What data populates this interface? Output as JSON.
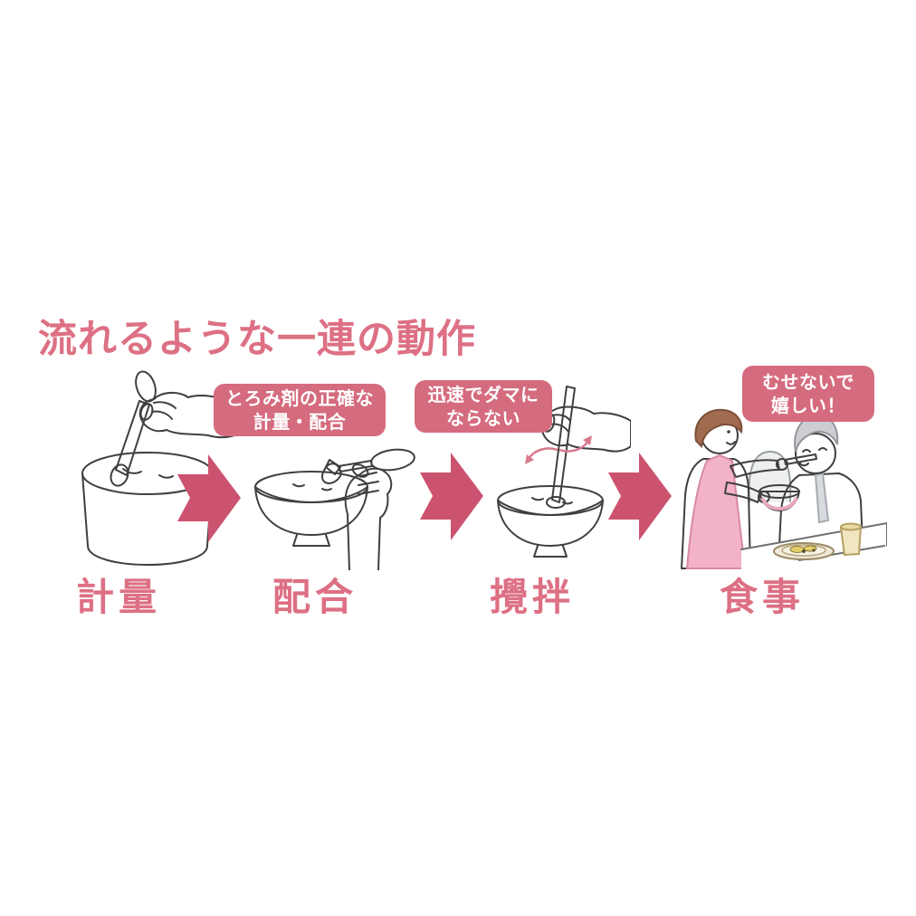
{
  "title": "流れるような一連の動作",
  "colors": {
    "accent_pink": "#dd7084",
    "callout_background": "#d56b7e",
    "callout_text": "#ffffff",
    "arrow": "#cb5370",
    "powder_container_fill": "#f3d0c3",
    "bowl_liquid": "#f2dce8",
    "apron_pink": "#f2b2c8",
    "hair_brown": "#a06b4f",
    "hair_gray": "#ccced3"
  },
  "steps": [
    {
      "label": "計量",
      "icon": "measuring-spoon-in-powder-container-illustration"
    },
    {
      "label": "配合",
      "icon": "pouring-thickener-into-bowl-illustration"
    },
    {
      "label": "攪拌",
      "icon": "stirring-bowl-with-spoon-illustration"
    },
    {
      "label": "食事",
      "icon": "caregiver-feeding-elder-illustration"
    }
  ],
  "callouts": [
    {
      "line1": "とろみ剤の正確な",
      "line2": "計量・配合"
    },
    {
      "line1": "迅速でダマに",
      "line2": "ならない"
    },
    {
      "line1": "むせないで",
      "line2": "嬉しい！"
    }
  ],
  "icons": {
    "step_arrow": "right-block-arrow-icon",
    "stir_motion": "rotation-arrows-icon"
  }
}
